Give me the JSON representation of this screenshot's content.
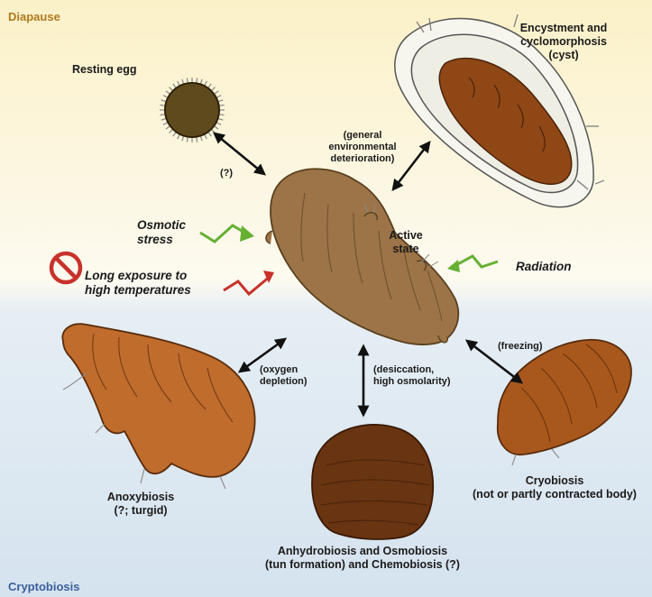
{
  "regions": {
    "top": "Diapause",
    "bottom": "Cryptobiosis"
  },
  "states": {
    "resting_egg": "Resting egg",
    "cyst": [
      "Encystment and",
      "cyclomorphosis",
      "(cyst)"
    ],
    "active": [
      "Active",
      "state"
    ],
    "anoxybiosis": [
      "Anoxybiosis",
      "(?; turgid)"
    ],
    "anhydrobiosis": [
      "Anhydrobiosis and Osmobiosis",
      "(tun formation) and Chemobiosis (?)"
    ],
    "cryobiosis": [
      "Cryobiosis",
      "(not or partly contracted body)"
    ]
  },
  "transitions": {
    "egg": "(?)",
    "cyst": [
      "(general",
      "environmental",
      "deterioration)"
    ],
    "oxygen": [
      "(oxygen",
      "depletion)"
    ],
    "desiccation": [
      "(desiccation,",
      "high osmolarity)"
    ],
    "freezing": "(freezing)"
  },
  "stressors": {
    "osmotic": [
      "Osmotic",
      "stress"
    ],
    "temperature": [
      "Long exposure to",
      "high temperatures"
    ],
    "radiation": "Radiation"
  },
  "colors": {
    "top_bg": "#fbf2cf",
    "bottom_bg": "#dde9f2",
    "active_body": "#9c7447",
    "cyst_body": "#8f4716",
    "anoxy_body": "#bf6c2d",
    "tun_body": "#693412",
    "cryo_body": "#a9581d",
    "egg_body": "#5e4a1c",
    "green_bolt": "#66b032",
    "red_bolt": "#c7322b",
    "no_sign": "#c7322b"
  },
  "icons": [
    "double-arrow-icon",
    "lightning-bolt-icon",
    "prohibition-icon"
  ]
}
